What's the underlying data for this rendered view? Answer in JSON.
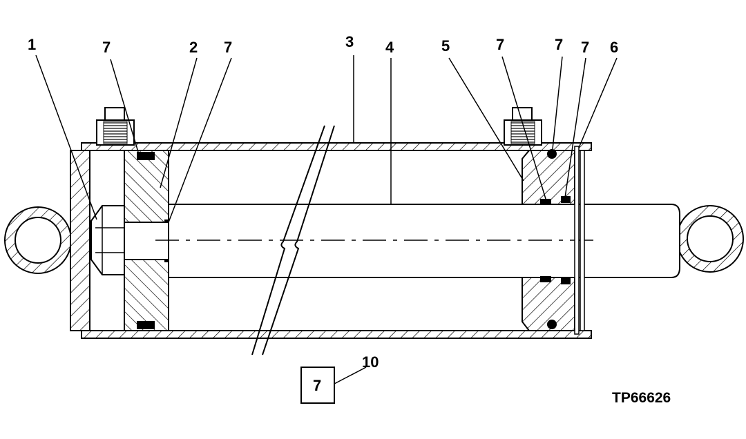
{
  "figure_code": "TP66626",
  "callouts": {
    "c1": "1",
    "c7a": "7",
    "c2": "2",
    "c7b": "7",
    "c3": "3",
    "c4": "4",
    "c5": "5",
    "c7c": "7",
    "c7d": "7",
    "c7e": "7",
    "c6": "6",
    "c10": "10"
  },
  "legend_box_text": "7"
}
